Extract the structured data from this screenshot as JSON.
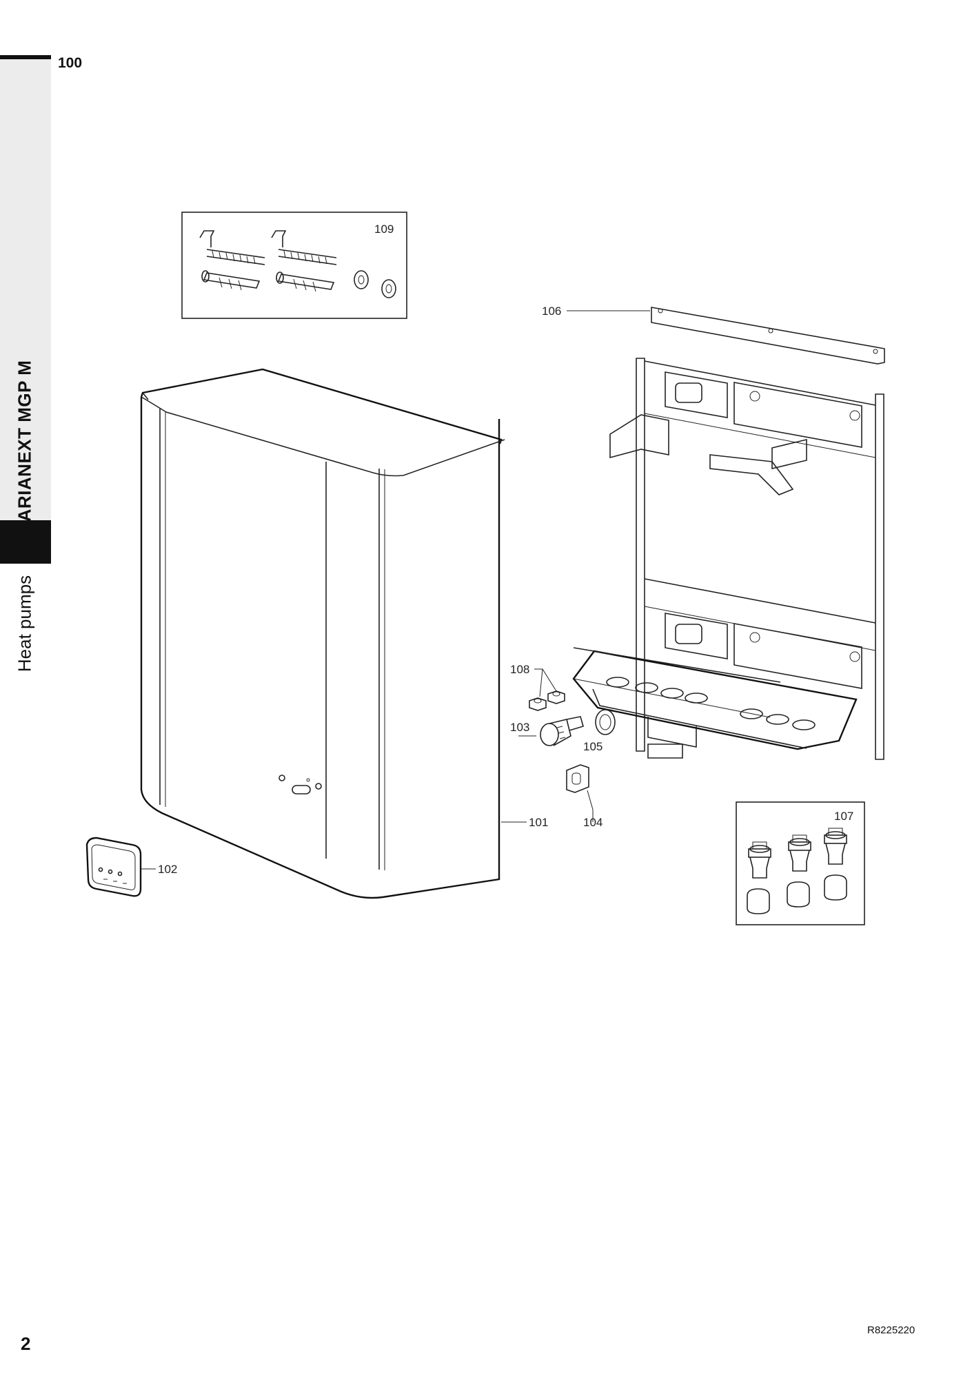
{
  "header": {
    "section_number": "100"
  },
  "sidebar": {
    "product_title": "ARIANEXT MGP M",
    "category": "Heat pumps"
  },
  "footer": {
    "page_number": "2",
    "reference_code": "R8225220"
  },
  "callouts": {
    "c101": "101",
    "c102": "102",
    "c103": "103",
    "c104": "104",
    "c105": "105",
    "c106": "106",
    "c107": "107",
    "c108": "108",
    "c109": "109"
  },
  "colors": {
    "ink": "#111111",
    "band": "#ececec"
  }
}
